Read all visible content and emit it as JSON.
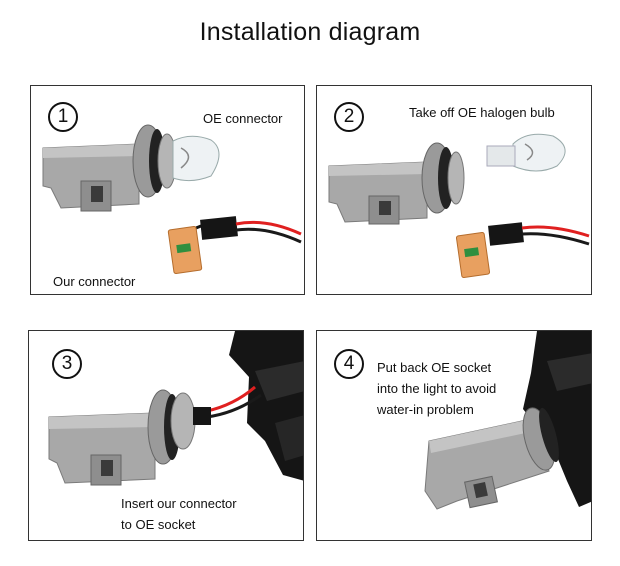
{
  "title": "Installation diagram",
  "panels": [
    {
      "step": "1",
      "labels": [
        "OE connector",
        "Our connector"
      ]
    },
    {
      "step": "2",
      "labels": [
        "Take off OE halogen bulb"
      ]
    },
    {
      "step": "3",
      "labels": [
        "Insert our connector\nto OE socket"
      ]
    },
    {
      "step": "4",
      "labels": [
        "Put back OE socket\ninto the light to avoid\nwater-in problem"
      ]
    }
  ],
  "colors": {
    "socket_gray": "#a9a9a9",
    "pcb_copper": "#e8a060",
    "wire_red": "#e02020",
    "wire_black": "#1a1a1a"
  }
}
